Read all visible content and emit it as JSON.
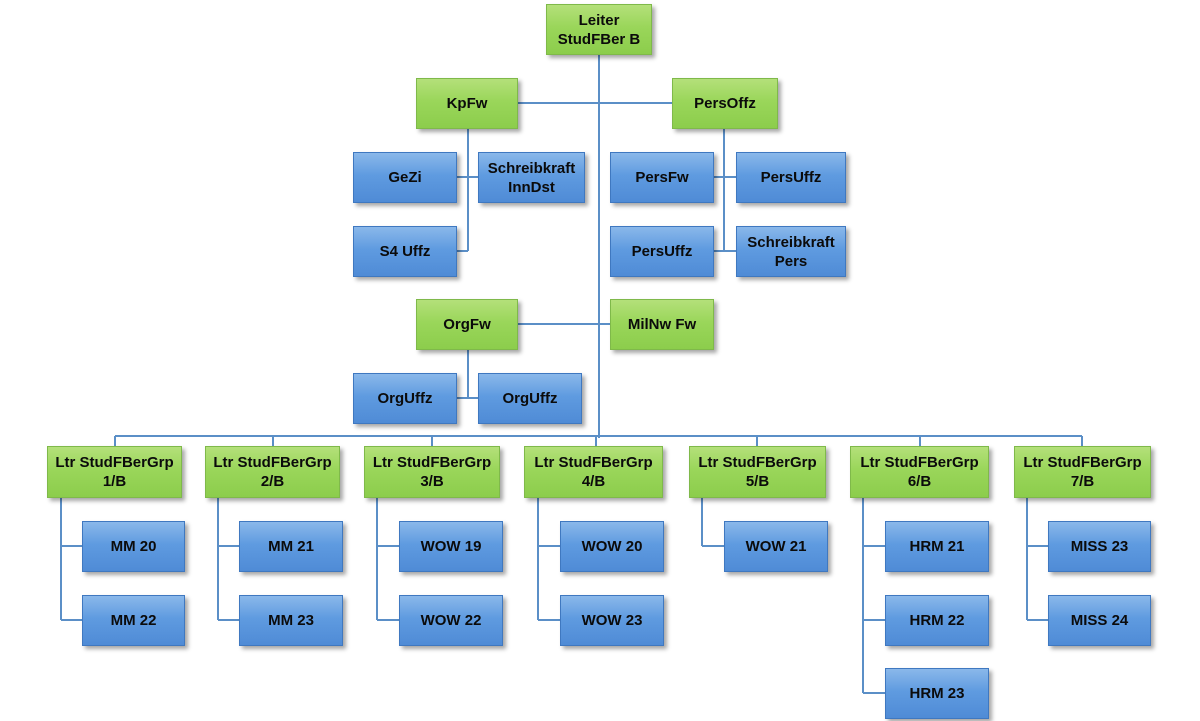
{
  "colors": {
    "leader_box": "#92d050",
    "staff_box": "#5b9bd5",
    "connector": "#5b8fc7"
  },
  "nodes": {
    "leiter": [
      "Leiter",
      "StudFBer B"
    ],
    "kpfw": [
      "KpFw"
    ],
    "persoffz": [
      "PersOffz"
    ],
    "gezi": [
      "GeZi"
    ],
    "schreibkraft_inndst": [
      "Schreibkraft",
      "InnDst"
    ],
    "s4_uffz": [
      "S4 Uffz"
    ],
    "persfw": [
      "PersFw"
    ],
    "persuffz_1": [
      "PersUffz"
    ],
    "persuffz_2": [
      "PersUffz"
    ],
    "schreibkraft_pers": [
      "Schreibkraft",
      "Pers"
    ],
    "orgfw": [
      "OrgFw"
    ],
    "milnw_fw": [
      "MilNw Fw"
    ],
    "orguffz_1": [
      "OrgUffz"
    ],
    "orguffz_2": [
      "OrgUffz"
    ],
    "grp1": [
      "Ltr StudFBerGrp",
      "1/B"
    ],
    "grp2": [
      "Ltr StudFBerGrp",
      "2/B"
    ],
    "grp3": [
      "Ltr StudFBerGrp",
      "3/B"
    ],
    "grp4": [
      "Ltr StudFBerGrp",
      "4/B"
    ],
    "grp5": [
      "Ltr StudFBerGrp",
      "5/B"
    ],
    "grp6": [
      "Ltr StudFBerGrp",
      "6/B"
    ],
    "grp7": [
      "Ltr StudFBerGrp",
      "7/B"
    ],
    "mm20": [
      "MM 20"
    ],
    "mm22": [
      "MM 22"
    ],
    "mm21": [
      "MM 21"
    ],
    "mm23": [
      "MM 23"
    ],
    "wow19": [
      "WOW 19"
    ],
    "wow22": [
      "WOW 22"
    ],
    "wow20": [
      "WOW 20"
    ],
    "wow23": [
      "WOW 23"
    ],
    "wow21": [
      "WOW 21"
    ],
    "hrm21": [
      "HRM 21"
    ],
    "hrm22": [
      "HRM 22"
    ],
    "hrm23": [
      "HRM 23"
    ],
    "miss23": [
      "MISS 23"
    ],
    "miss24": [
      "MISS 24"
    ]
  }
}
